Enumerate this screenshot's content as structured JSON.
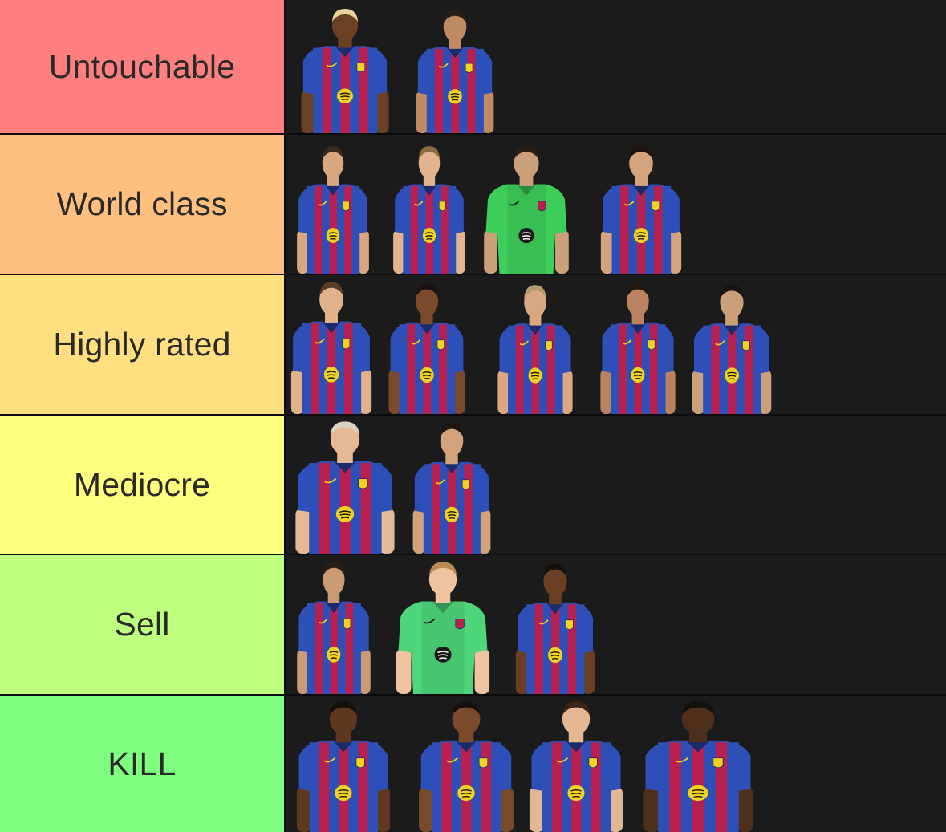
{
  "colors": {
    "background": "#1b1b1b",
    "kit_blue": "#2f4fb8",
    "kit_red": "#b8214f",
    "sponsor_yellow": "#f2d21c",
    "gk_green": "#3dcf5a"
  },
  "tiers": [
    {
      "label": "Untouchable",
      "color": "#ff7f7f",
      "players": [
        {
          "kit": "outfield",
          "hair": "#e8d49a",
          "skin": "#6b4126"
        },
        {
          "kit": "outfield",
          "hair": "#2a1d14",
          "skin": "#c08a62"
        }
      ]
    },
    {
      "label": "World class",
      "color": "#ffbf7f",
      "players": [
        {
          "kit": "outfield",
          "hair": "#3b2b1e",
          "skin": "#d9a77f"
        },
        {
          "kit": "outfield",
          "hair": "#8a6a3f",
          "skin": "#e2b48f"
        },
        {
          "kit": "goalkeeper-green",
          "hair": "#2a1d14",
          "skin": "#caa07a"
        },
        {
          "kit": "outfield",
          "hair": "#1e1410",
          "skin": "#d4a47e"
        }
      ]
    },
    {
      "label": "Highly rated",
      "color": "#ffdf7f",
      "players": [
        {
          "kit": "outfield",
          "hair": "#5a3f26",
          "skin": "#e0b28a"
        },
        {
          "kit": "outfield",
          "hair": "#1a1210",
          "skin": "#7a4a2c"
        },
        {
          "kit": "outfield",
          "hair": "#b59a6e",
          "skin": "#d9a882"
        },
        {
          "kit": "outfield",
          "hair": "#221811",
          "skin": "#b98361"
        },
        {
          "kit": "outfield",
          "hair": "#1a1210",
          "skin": "#caa07a"
        }
      ]
    },
    {
      "label": "Mediocre",
      "color": "#ffff7f",
      "players": [
        {
          "kit": "outfield",
          "hair": "#d9d2c0",
          "skin": "#e6b996"
        },
        {
          "kit": "outfield",
          "hair": "#1e1410",
          "skin": "#d2a27c"
        }
      ]
    },
    {
      "label": "Sell",
      "color": "#bfff7f",
      "players": [
        {
          "kit": "outfield",
          "hair": "#2a1d14",
          "skin": "#c89b74"
        },
        {
          "kit": "goalkeeper-light",
          "hair": "#b98a52",
          "skin": "#f0c3a0"
        },
        {
          "kit": "outfield",
          "hair": "#15100c",
          "skin": "#6a3e22"
        }
      ]
    },
    {
      "label": "KILL",
      "color": "#7fff7f",
      "players": [
        {
          "kit": "outfield",
          "hair": "#15100c",
          "skin": "#5e3820"
        },
        {
          "kit": "outfield",
          "hair": "#15100c",
          "skin": "#7a4a2c"
        },
        {
          "kit": "outfield",
          "hair": "#3a2416",
          "skin": "#e3b793"
        },
        {
          "kit": "outfield",
          "hair": "#15100c",
          "skin": "#4e2f1c"
        }
      ]
    }
  ]
}
